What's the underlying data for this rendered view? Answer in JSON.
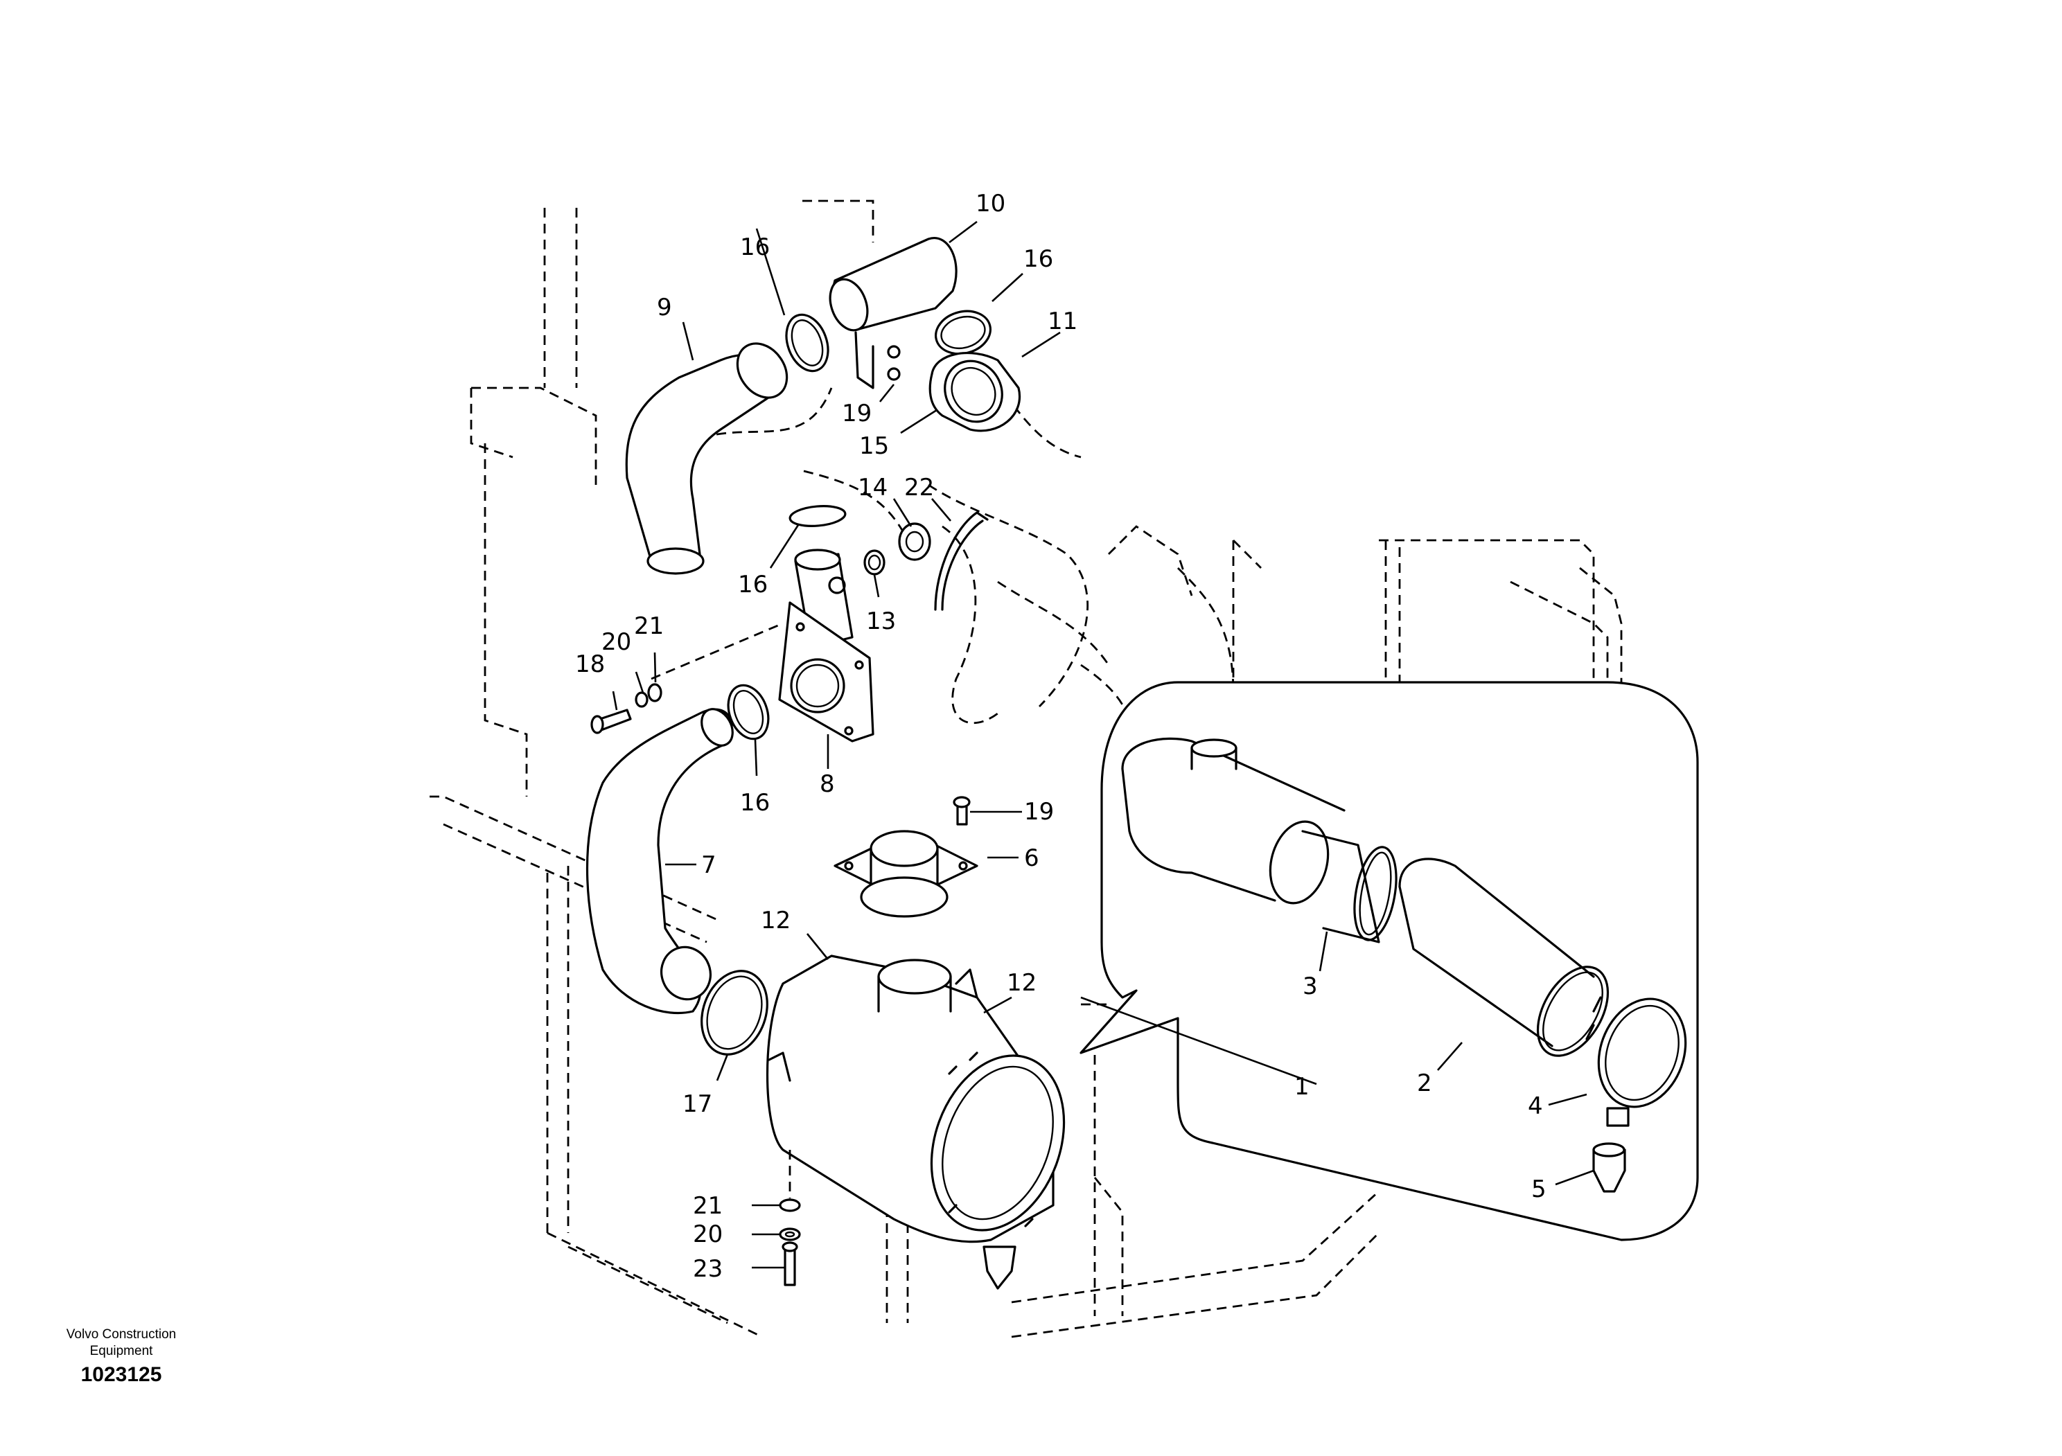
{
  "diagram": {
    "company_line1": "Volvo Construction",
    "company_line2": "Equipment",
    "drawing_number": "1023125",
    "callouts": [
      {
        "id": "c1",
        "label": "1"
      },
      {
        "id": "c2",
        "label": "2"
      },
      {
        "id": "c3",
        "label": "3"
      },
      {
        "id": "c4",
        "label": "4"
      },
      {
        "id": "c5",
        "label": "5"
      },
      {
        "id": "c6",
        "label": "6"
      },
      {
        "id": "c7",
        "label": "7"
      },
      {
        "id": "c8",
        "label": "8"
      },
      {
        "id": "c9",
        "label": "9"
      },
      {
        "id": "c10",
        "label": "10"
      },
      {
        "id": "c11",
        "label": "11"
      },
      {
        "id": "c12a",
        "label": "12"
      },
      {
        "id": "c12b",
        "label": "12"
      },
      {
        "id": "c13",
        "label": "13"
      },
      {
        "id": "c14",
        "label": "14"
      },
      {
        "id": "c15",
        "label": "15"
      },
      {
        "id": "c16a",
        "label": "16"
      },
      {
        "id": "c16b",
        "label": "16"
      },
      {
        "id": "c16c",
        "label": "16"
      },
      {
        "id": "c16d",
        "label": "16"
      },
      {
        "id": "c17",
        "label": "17"
      },
      {
        "id": "c18",
        "label": "18"
      },
      {
        "id": "c19a",
        "label": "19"
      },
      {
        "id": "c19b",
        "label": "19"
      },
      {
        "id": "c20a",
        "label": "20"
      },
      {
        "id": "c20b",
        "label": "20"
      },
      {
        "id": "c21a",
        "label": "21"
      },
      {
        "id": "c21b",
        "label": "21"
      },
      {
        "id": "c22",
        "label": "22"
      },
      {
        "id": "c23",
        "label": "23"
      }
    ]
  }
}
